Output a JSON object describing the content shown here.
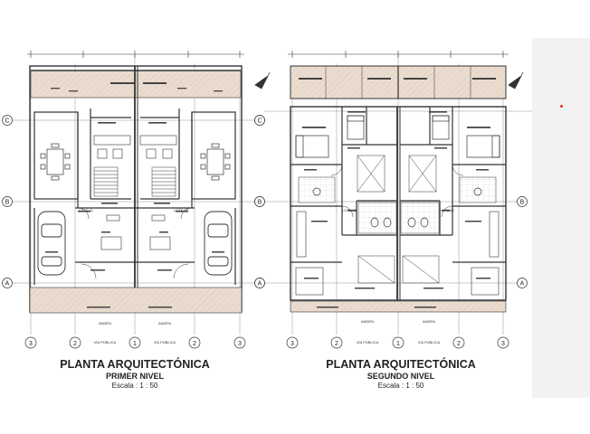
{
  "colors": {
    "line": "#333333",
    "hatch": "#e8d9cc",
    "red": "#e03030",
    "panel_bg": "#f2f2f2"
  },
  "grid_labels": {
    "rows": [
      "C",
      "B",
      "A"
    ],
    "cols": [
      "3",
      "2",
      "1",
      "2",
      "3"
    ]
  },
  "icons": [
    "north-arrow-icon",
    "car-icon",
    "table-icon",
    "bed-icon",
    "stair-icon",
    "toilet-icon"
  ],
  "plans": [
    {
      "title": "PLANTA ARQUITECTÓNICA",
      "subtitle": "PRIMER NIVEL",
      "scale": "Escala : 1 : 50",
      "street": [
        "VÍA PÚBLICA",
        "VÍA PÚBLICA"
      ],
      "sidewalk": [
        "ANDÉN",
        "ANDÉN"
      ],
      "lots": [
        "LOTE 01",
        "LOTE 02"
      ]
    },
    {
      "title": "PLANTA ARQUITECTÓNICA",
      "subtitle": "SEGUNDO NIVEL",
      "scale": "Escala : 1 : 50",
      "street": [
        "VÍA PÚBLICA",
        "VÍA PÚBLICA"
      ],
      "sidewalk": [
        "ANDÉN",
        "ANDÉN"
      ],
      "lots": [
        "LOTE 01",
        "LOTE 02"
      ]
    }
  ]
}
